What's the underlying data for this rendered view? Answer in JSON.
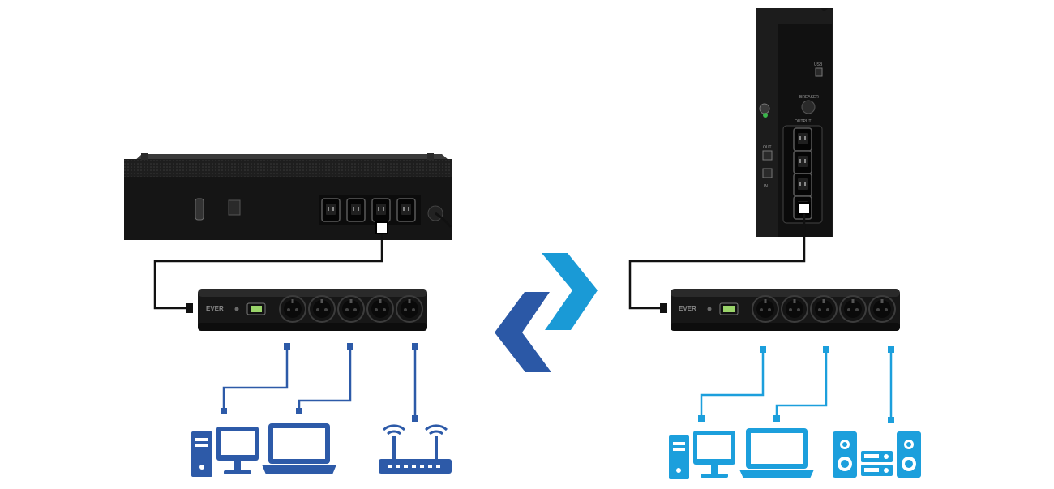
{
  "left_setup": {
    "ups": {
      "type": "rack-ups",
      "outlet_count": 4
    },
    "power_strip": {
      "brand": "EVER",
      "socket_count": 5
    },
    "devices": [
      "desktop-computer-icon",
      "laptop-icon",
      "wifi-router-icon"
    ],
    "accent_color": "#2d5aa8"
  },
  "right_setup": {
    "ups": {
      "type": "tower-ups",
      "usb_label": "USB",
      "breaker_label": "BREAKER",
      "output_label": "OUTPUT",
      "out_label": "OUT",
      "in_label": "IN",
      "outlet_count": 4
    },
    "power_strip": {
      "brand": "EVER",
      "socket_count": 5
    },
    "devices": [
      "desktop-computer-icon",
      "laptop-icon",
      "stereo-speakers-icon"
    ],
    "accent_color": "#1c9fdc"
  },
  "exchange_arrows": {
    "left_color": "#2b58a6",
    "right_color": "#1a9ad6"
  }
}
